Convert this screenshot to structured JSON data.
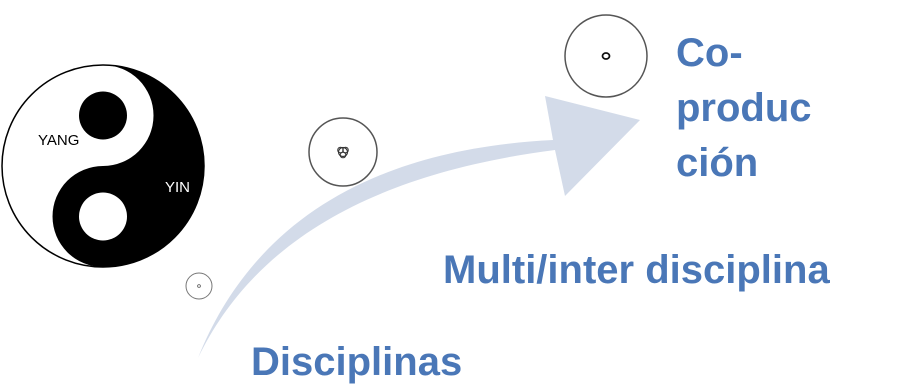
{
  "colors": {
    "text_blue": "#4a77b7",
    "arrow_fill": "#d3dbe9",
    "yinyang_dark": "#000000",
    "yinyang_light": "#ffffff",
    "circle_stroke": "#555555"
  },
  "yinyang": {
    "yang_label": "YANG",
    "yin_label": "YIN"
  },
  "labels": {
    "coproduccion": [
      "Co-",
      "produc",
      "ción"
    ],
    "multi": "Multi/inter disciplina",
    "disciplinas": "Disciplinas"
  },
  "icons": {
    "small_circle": "small-circle-icon",
    "medium_circle": "medium-circle-icon",
    "large_circle": "large-circle-icon",
    "arrow": "curved-arrow"
  }
}
